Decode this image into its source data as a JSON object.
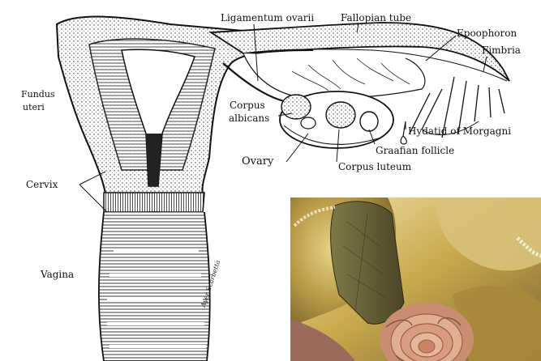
{
  "labels": {
    "ligamentum_ovarii": "Ligamentum ovarii",
    "fallopian_tube": "Fallopian tube",
    "epoophoron": "Epoophoron",
    "fimbria": "Fimbria",
    "fundus_1": "Fundus",
    "fundus_2": "uteri",
    "corpus_albicans_1": "Corpus",
    "corpus_albicans_2": "albicans",
    "hydatid": "Hydatid of Morgagni",
    "graafian": "Graafian follicle",
    "ovary": "Ovary",
    "corpus_luteum": "Corpus luteum",
    "cervix": "Cervix",
    "vagina": "Vagina"
  },
  "signature": "Ayer Scarbetta",
  "colors": {
    "ink": "#111111",
    "background": "#ffffff",
    "photo_silk": "#c9a84a",
    "photo_rose": "#d49a78"
  }
}
